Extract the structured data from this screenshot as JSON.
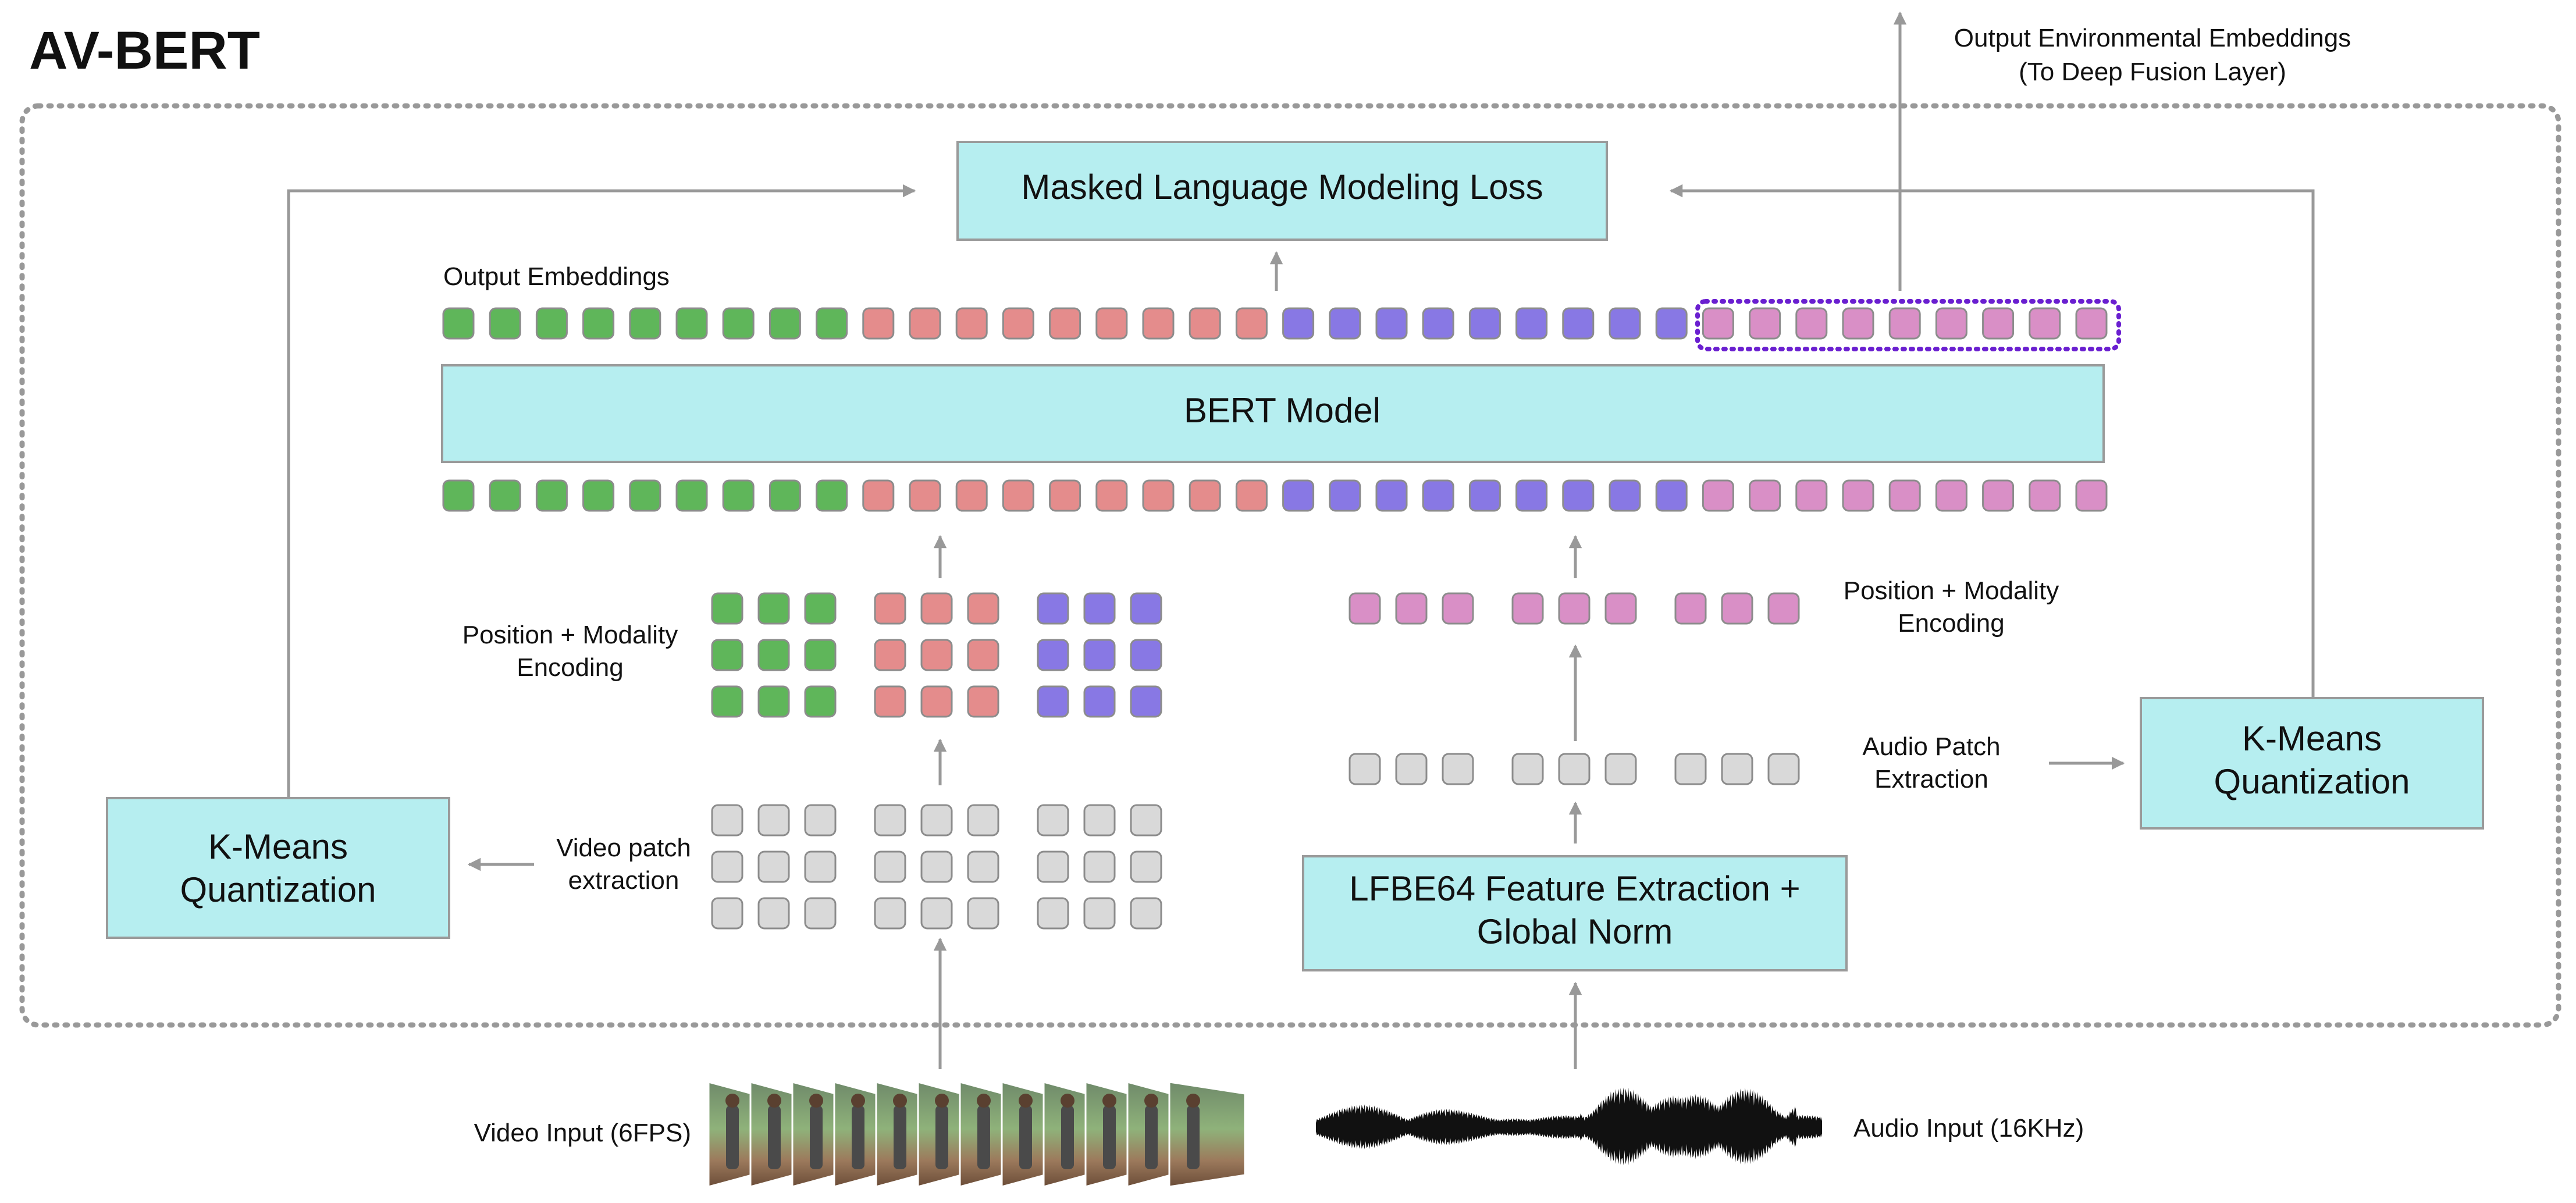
{
  "title": "AV-BERT",
  "boxes": {
    "mlm_loss": "Masked Language Modeling Loss",
    "bert": "BERT Model",
    "kmeans_left_line1": "K-Means",
    "kmeans_left_line2": "Quantization",
    "kmeans_right_line1": "K-Means",
    "kmeans_right_line2": "Quantization",
    "lfbe_line1": "LFBE64 Feature Extraction +",
    "lfbe_line2": "Global Norm"
  },
  "labels": {
    "output_embeddings": "Output Embeddings",
    "output_env_line1": "Output Environmental Embeddings",
    "output_env_line2": "(To Deep Fusion Layer)",
    "pos_mod_left_line1": "Position + Modality",
    "pos_mod_left_line2": "Encoding",
    "pos_mod_right_line1": "Position + Modality",
    "pos_mod_right_line2": "Encoding",
    "video_patch_line1": "Video patch",
    "video_patch_line2": "extraction",
    "audio_patch_line1": "Audio Patch",
    "audio_patch_line2": "Extraction",
    "video_input": "Video Input (6FPS)",
    "audio_input": "Audio Input (16KHz)"
  },
  "colors": {
    "box_fill": "#b6eef0",
    "green": "#5fb65a",
    "red": "#e48c8c",
    "blue": "#8878e4",
    "pink": "#d98fc6",
    "gray": "#d9d9d9",
    "dotted_highlight": "#6a1fd0",
    "border": "#9a9a9a"
  },
  "token_sequence": {
    "green": 9,
    "red": 9,
    "blue": 9,
    "pink": 9
  }
}
